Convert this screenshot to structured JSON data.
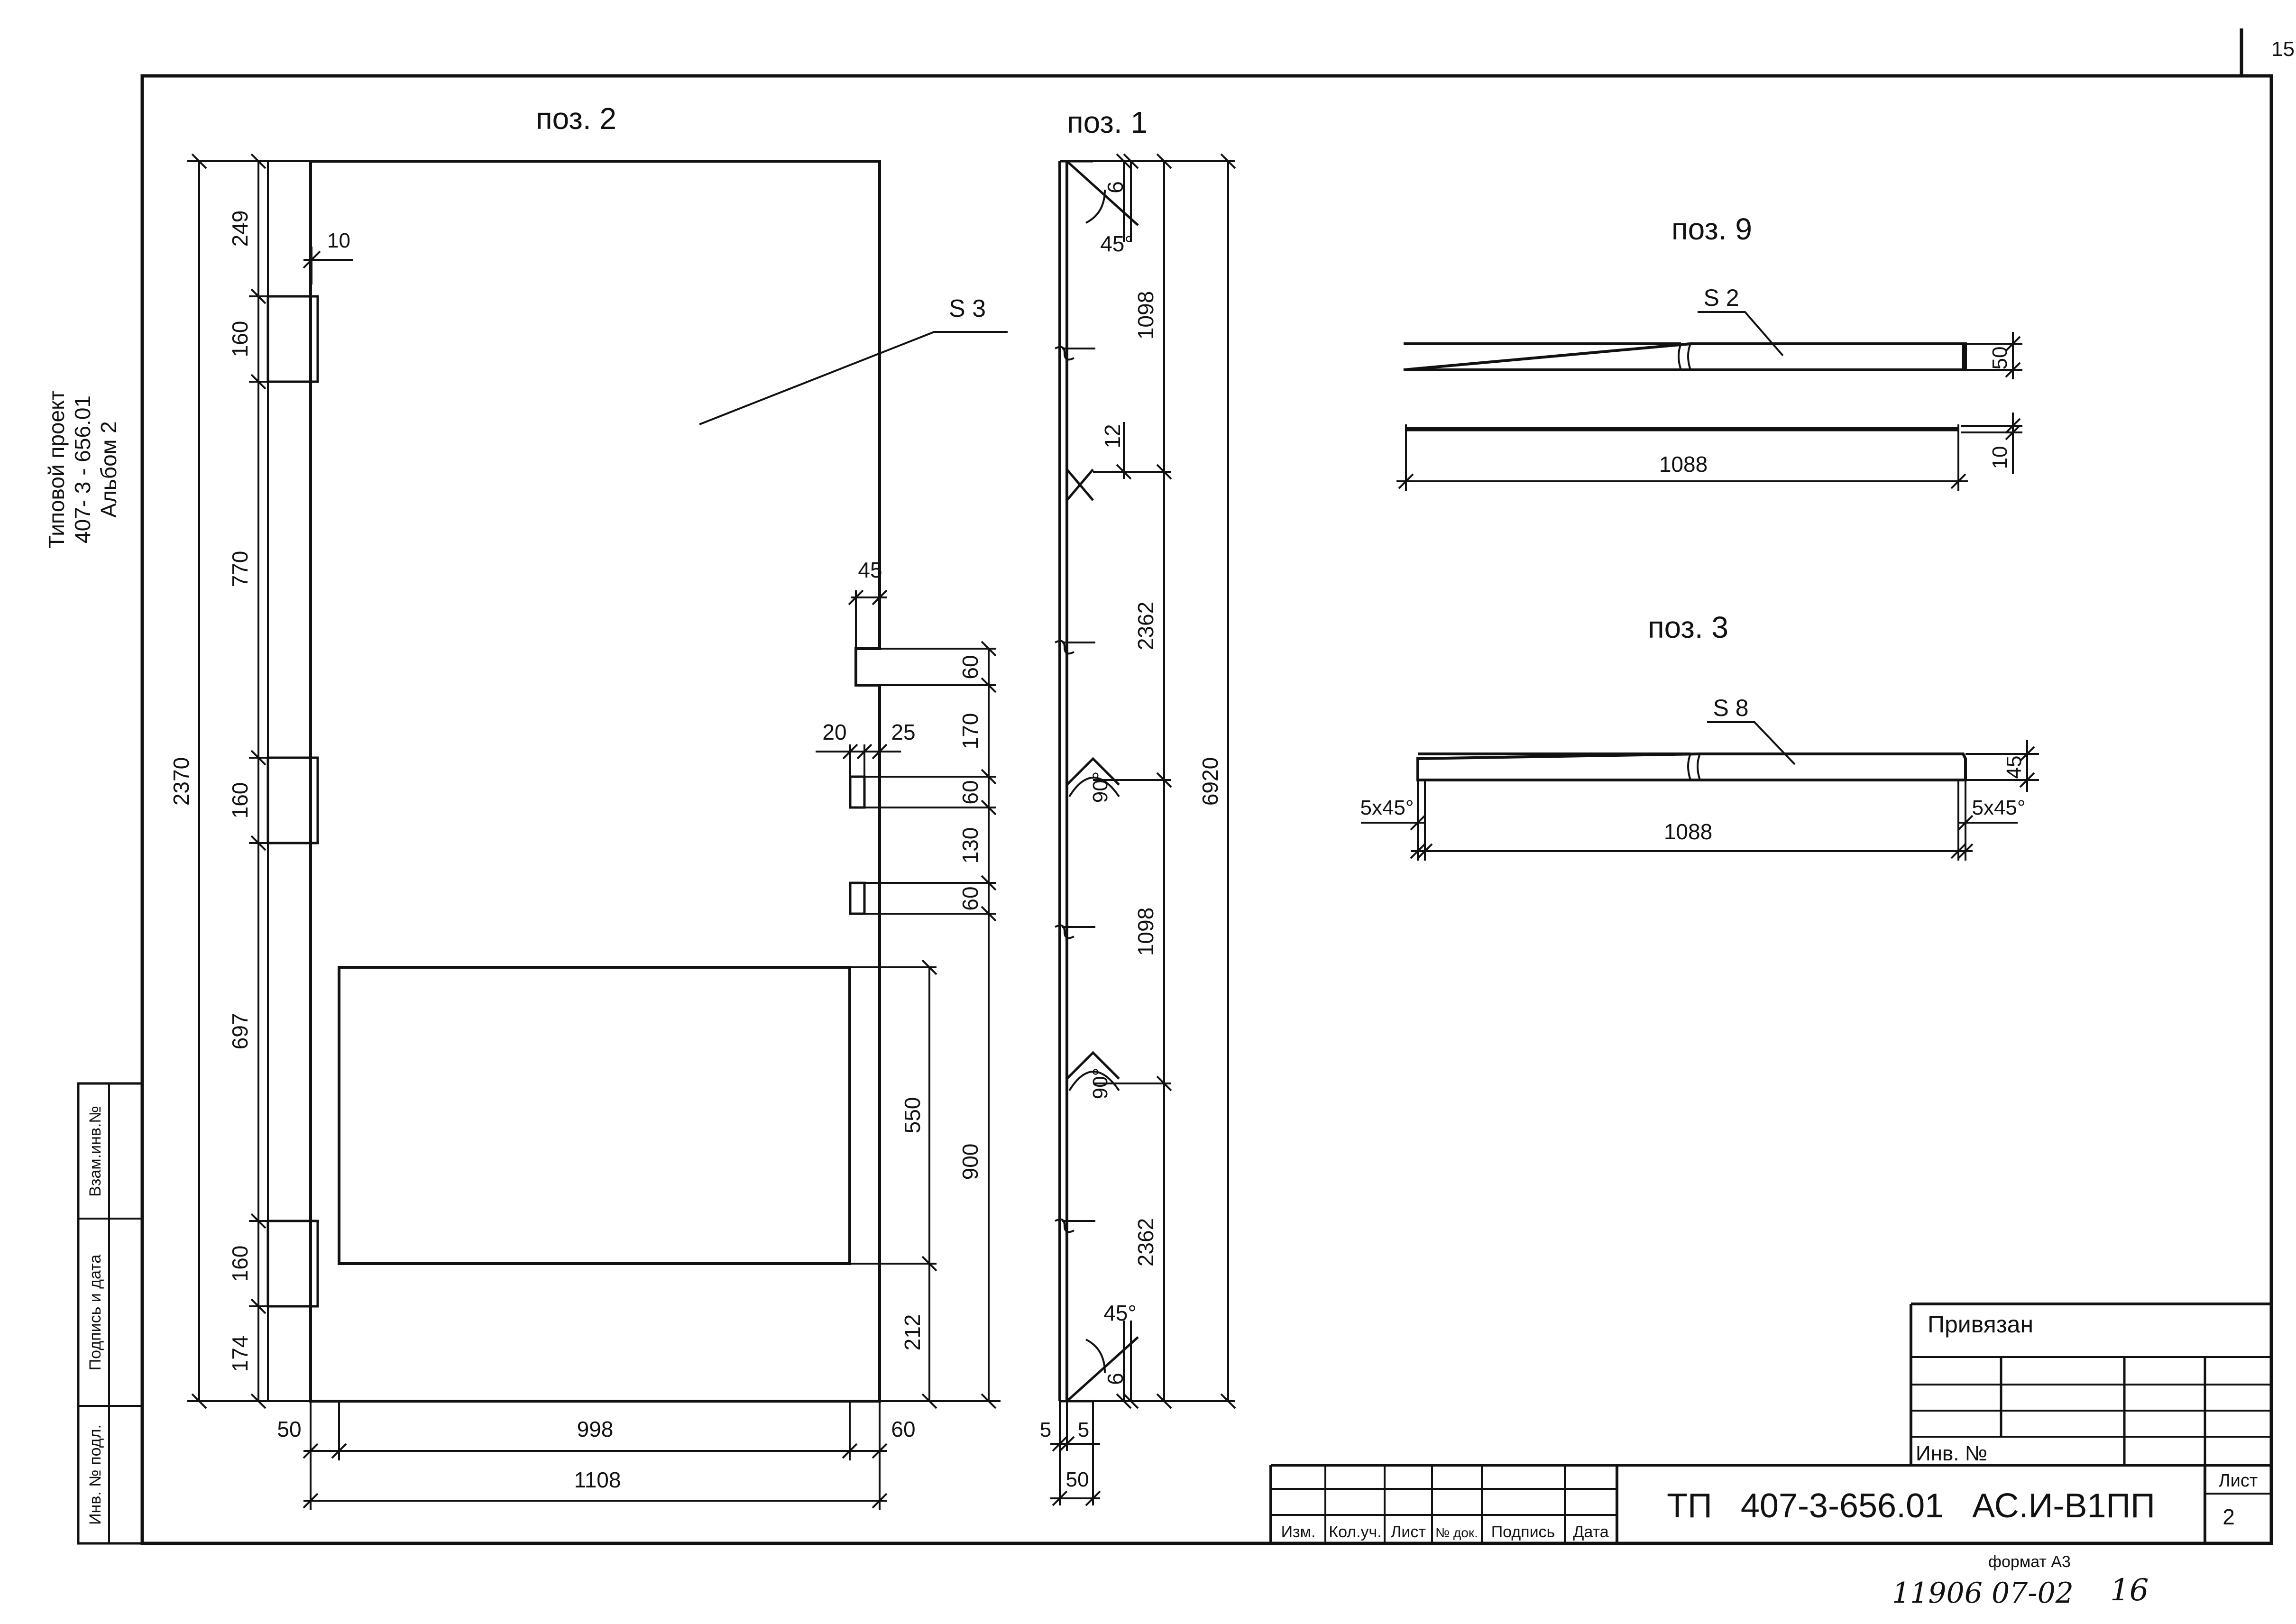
{
  "page_number": "15",
  "side_note": [
    "Типовой проект",
    "407- 3 - 656.01",
    "Альбом 2"
  ],
  "side_stamp": [
    "Взам.инв.№",
    "Подпись и дата",
    "Инв. № подл."
  ],
  "pos2": {
    "title": "поз. 2",
    "material": "S 3",
    "dims": {
      "d249": "249",
      "d160a": "160",
      "d770": "770",
      "d160b": "160",
      "d697": "697",
      "d160c": "160",
      "d174": "174",
      "d2370": "2370",
      "d10": "10",
      "d45": "45",
      "d60a": "60",
      "d170": "170",
      "d60b": "60",
      "d130": "130",
      "d60c": "60",
      "d20": "20",
      "d25": "25",
      "d550": "550",
      "d900": "900",
      "d212": "212",
      "d50": "50",
      "d998": "998",
      "d60d": "60",
      "d1108": "1108"
    }
  },
  "pos1": {
    "title": "поз. 1",
    "dims": {
      "d6a": "6",
      "a45a": "45°",
      "d1098a": "1098",
      "d12": "12",
      "d2362a": "2362",
      "a90a": "90°",
      "d6920": "6920",
      "d1098b": "1098",
      "a90b": "90°",
      "d2362b": "2362",
      "a45b": "45°",
      "d6b": "6",
      "d5a": "5",
      "d5b": "5",
      "d50": "50"
    }
  },
  "pos9": {
    "title": "поз. 9",
    "material": "S 2",
    "d50": "50",
    "d10": "10",
    "d1088": "1088"
  },
  "pos3": {
    "title": "поз. 3",
    "material": "S 8",
    "d45": "45",
    "c1": "5x45°",
    "c2": "5x45°",
    "d1088": "1088"
  },
  "title_block": {
    "privyazan": "Привязан",
    "inv": "Инв. №",
    "code": "ТП   407-3-656.01   АС.И-В1ПП",
    "list_label": "Лист",
    "list_no": "2",
    "cols": [
      "Изм.",
      "Кол.уч.",
      "Лист",
      "№ док.",
      "Подпись",
      "Дата"
    ]
  },
  "format": "формат А3",
  "handwritten": {
    "code": "11906 07-02",
    "page": "16"
  }
}
